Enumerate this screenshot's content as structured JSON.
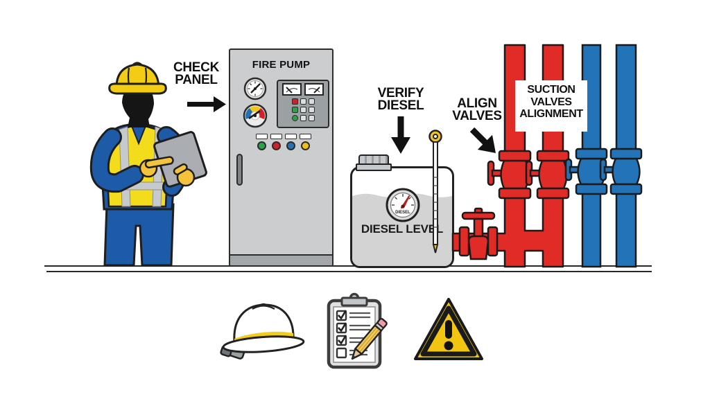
{
  "scene_title": "Fire pump inspection steps illustration",
  "steps": {
    "check_panel": {
      "label": "CHECK\nPANEL"
    },
    "verify_diesel": {
      "label": "VERIFY\nDIESEL"
    },
    "align_valves": {
      "label": "ALIGN\nVALVES"
    },
    "suction_valves": {
      "label": "SUCTION\nVALVES\nALIGNMENT"
    }
  },
  "panel": {
    "title": "FIRE PUMP",
    "indicator_lights": [
      "green",
      "red",
      "blue",
      "yellow"
    ],
    "keypad_accent_buttons": [
      "red",
      "green",
      "green"
    ]
  },
  "tank": {
    "gauge_label": "DIESEL",
    "level_label": "DIESEL LEVEL",
    "fill_percent": 72
  },
  "worker": {
    "equipment": [
      "yellow-hard-hat",
      "safety-vest",
      "tablet"
    ]
  },
  "checklist_icon": {
    "items_total": 4,
    "items_checked": 3
  },
  "footer_icons": [
    "hard-hat",
    "inspection-checklist",
    "warning-triangle"
  ],
  "colors": {
    "pipe_red": "#e02b26",
    "pipe_blue": "#2273b8",
    "safety_yellow": "#f2cc15",
    "vest_yellow": "#f3dc1c",
    "worker_blue": "#1d5aa7",
    "panel_gray": "#cbcdce",
    "light_green": "#27a349",
    "light_red": "#cf2127",
    "light_blue": "#2672b4",
    "light_yellow": "#edc11c"
  }
}
